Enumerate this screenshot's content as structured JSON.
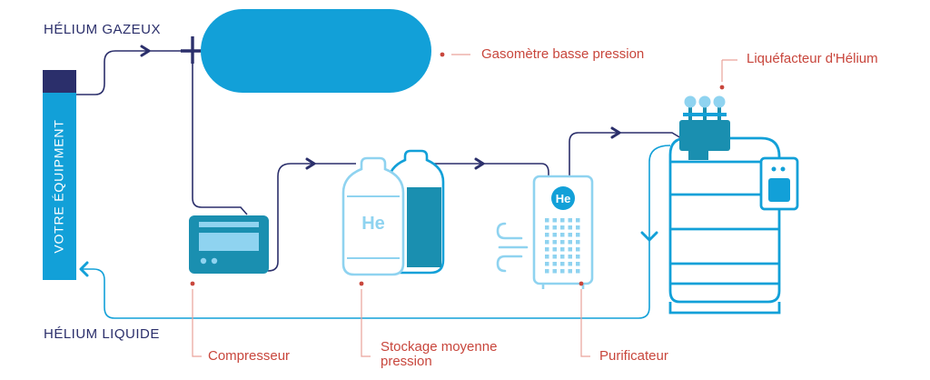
{
  "labels": {
    "helium_gazeux": "HÉLIUM GAZEUX",
    "helium_liquide": "HÉLIUM LIQUIDE",
    "votre_equipement": "VOTRE ÉQUIPMENT",
    "gasometre": "Gasomètre basse pression",
    "liquefacteur": "Liquéfacteur d'Hélium",
    "compresseur": "Compresseur",
    "stockage_line1": "Stockage moyenne",
    "stockage_line2": "pression",
    "purificateur": "Purificateur"
  },
  "tank_symbol": "He",
  "purifier_symbol": "He",
  "colors": {
    "navy": "#2b2f6b",
    "cyan": "#12a0d8",
    "light_cyan": "#8fd3f0",
    "red": "#c8463c",
    "teal": "#1a8fb0"
  }
}
